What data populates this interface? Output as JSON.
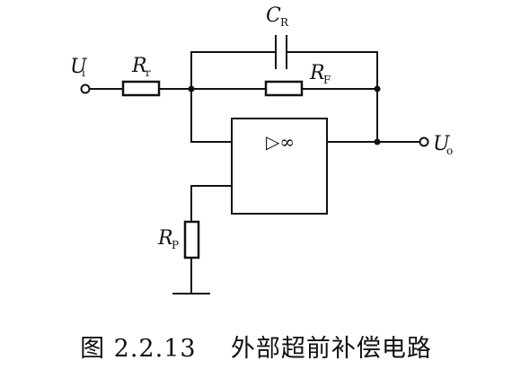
{
  "labels": {
    "input_terminal": "U",
    "input_sub": "i",
    "r1": "R",
    "r1_sub": "r",
    "cf": "C",
    "cf_sub": "R",
    "rf": "R",
    "rf_sub": "F",
    "rp": "R",
    "rp_sub": "P",
    "output_terminal": "U",
    "output_sub": "o",
    "opamp_symbol": "▷∞"
  },
  "caption": {
    "figure_number": "图 2.2.13",
    "title": "外部超前补偿电路"
  }
}
